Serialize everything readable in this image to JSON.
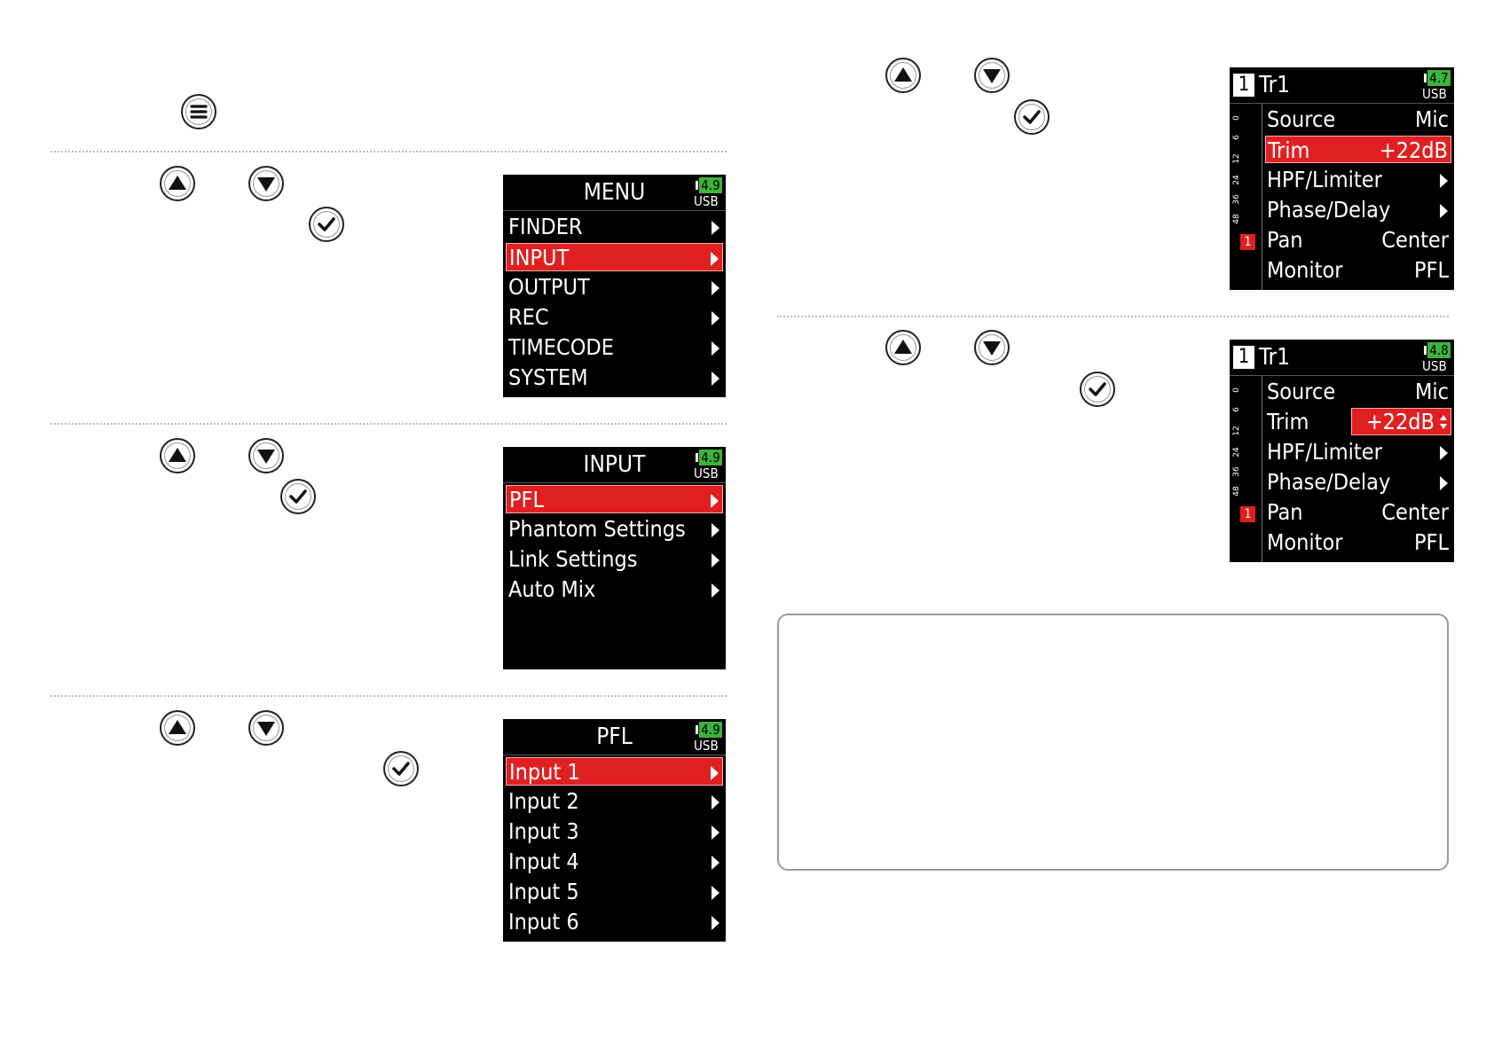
{
  "menu_screen": {
    "title": "MENU",
    "battery": "4.9",
    "usb": "USB",
    "items": [
      "FINDER",
      "INPUT",
      "OUTPUT",
      "REC",
      "TIMECODE",
      "SYSTEM"
    ],
    "selected_index": 1
  },
  "input_screen": {
    "title": "INPUT",
    "battery": "4.9",
    "usb": "USB",
    "items": [
      "PFL",
      "Phantom Settings",
      "Link Settings",
      "Auto Mix"
    ],
    "selected_index": 0
  },
  "pfl_screen": {
    "title": "PFL",
    "battery": "4.9",
    "usb": "USB",
    "items": [
      "Input 1",
      "Input 2",
      "Input 3",
      "Input 4",
      "Input 5",
      "Input 6"
    ],
    "selected_index": 0
  },
  "track_screen_1": {
    "track_number": "1",
    "track_name": "Tr1",
    "battery": "4.7",
    "usb": "USB",
    "meter_labels": [
      "0",
      "6",
      "12",
      "24",
      "36",
      "48"
    ],
    "meter_input": "1",
    "params": [
      {
        "label": "Source",
        "value": "Mic"
      },
      {
        "label": "Trim",
        "value": "+22dB"
      },
      {
        "label": "HPF/Limiter",
        "value": ""
      },
      {
        "label": "Phase/Delay",
        "value": ""
      },
      {
        "label": "Pan",
        "value": "Center"
      },
      {
        "label": "Monitor",
        "value": "PFL"
      }
    ]
  },
  "track_screen_2": {
    "track_number": "1",
    "track_name": "Tr1",
    "battery": "4.8",
    "usb": "USB",
    "meter_labels": [
      "0",
      "6",
      "12",
      "24",
      "36",
      "48"
    ],
    "meter_input": "1",
    "params": [
      {
        "label": "Source",
        "value": "Mic"
      },
      {
        "label": "Trim",
        "value": "+22dB"
      },
      {
        "label": "HPF/Limiter",
        "value": ""
      },
      {
        "label": "Phase/Delay",
        "value": ""
      },
      {
        "label": "Pan",
        "value": "Center"
      },
      {
        "label": "Monitor",
        "value": "PFL"
      }
    ]
  },
  "colors": {
    "highlight": "#e02020",
    "battery": "#3cb43c",
    "screen_bg": "#000000",
    "divider": "#bdbdbd"
  },
  "icons": {
    "menu": "menu-button-icon",
    "up": "up-button-icon",
    "down": "down-button-icon",
    "enter": "enter-button-icon"
  }
}
